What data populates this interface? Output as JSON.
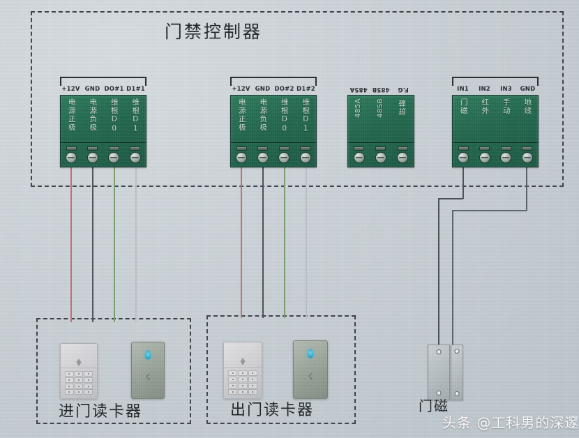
{
  "title": "门禁控制器",
  "watermark": "头条 @工科男的深邃",
  "terminal_blocks": [
    {
      "id": "tb1",
      "name": "wiegand-reader-1-terminal",
      "headers": [
        "+12V",
        "GND",
        "DO#1",
        "D1#1"
      ],
      "labels": [
        "电源正极",
        "电源负极",
        "维根D0",
        "维根D1"
      ],
      "flipped": false
    },
    {
      "id": "tb2",
      "name": "wiegand-reader-2-terminal",
      "headers": [
        "+12V",
        "GND",
        "DO#2",
        "D1#2"
      ],
      "labels": [
        "电源正极",
        "电源负极",
        "维根D0",
        "维根D1"
      ],
      "flipped": false
    },
    {
      "id": "tb3",
      "name": "rs485-terminal",
      "headers": [
        "485A",
        "485B",
        "F.G"
      ],
      "labels": [
        "485A",
        "485B",
        "屏蔽"
      ],
      "flipped": true
    },
    {
      "id": "tb4",
      "name": "input-terminal",
      "headers": [
        "IN1",
        "IN2",
        "IN3",
        "GND"
      ],
      "labels": [
        "门磁",
        "红外",
        "手动",
        "地线"
      ],
      "flipped": false
    }
  ],
  "wires": [
    {
      "name": "wire-12v-entry",
      "color": "#c86b6b"
    },
    {
      "name": "wire-gnd-entry",
      "color": "#4a5258"
    },
    {
      "name": "wire-d0-entry",
      "color": "#7aa06a"
    },
    {
      "name": "wire-d1-entry",
      "color": "#b9c2c8"
    },
    {
      "name": "wire-12v-exit",
      "color": "#c86b6b"
    },
    {
      "name": "wire-gnd-exit",
      "color": "#4a5258"
    },
    {
      "name": "wire-d0-exit",
      "color": "#7aa06a"
    },
    {
      "name": "wire-d1-exit",
      "color": "#b9c2c8"
    },
    {
      "name": "wire-in1-magnet",
      "color": "#4a5258"
    },
    {
      "name": "wire-gnd-magnet",
      "color": "#5b6370"
    }
  ],
  "groups": {
    "entry": {
      "caption": "进门读卡器",
      "devices": [
        {
          "name": "keypad-reader",
          "type": "keypad"
        },
        {
          "name": "card-reader",
          "type": "card"
        }
      ]
    },
    "exit": {
      "caption": "出门读卡器",
      "devices": [
        {
          "name": "keypad-reader",
          "type": "keypad"
        },
        {
          "name": "card-reader",
          "type": "card"
        }
      ]
    },
    "door_magnet": {
      "caption": "门磁",
      "parts": [
        "magnet-body",
        "magnet-sensor"
      ]
    }
  }
}
